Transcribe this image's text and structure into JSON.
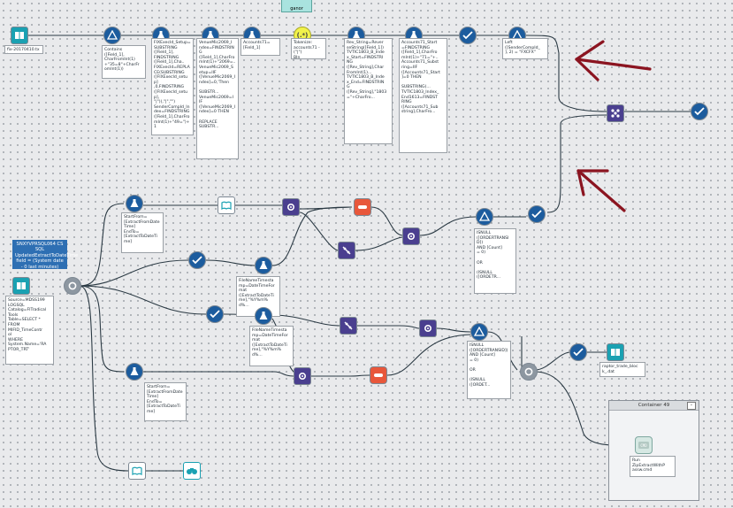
{
  "top_note": "ganor",
  "file_input_label": "fix-20170410.txt",
  "tools": {
    "formula_contains": "Contains\n([Field_1],\nCharFromInt(1)\n+\"35=8\"+CharFr\nomInt(1))",
    "formula_fixexecid": "FIXExecId_Setup=\nSUBSTRING\n([Field_1],\nFINDSTRING\n([Field_1],Cha..\nFIXExecId=REPLA\nCE(SUBSTRING\n([FIXExecId_setup]\n,0,FINDSTRING\n([FIXExecId_setup],\n\"|\")),\"|\",\"\")\nSenderCompId_In\ndex=FINDSTRING\n([Field_1],CharFro\nmInt(1)+\"49=\")+1",
    "formula_venue": "VenueMic2069_I\nndex=FINDSTRIN\nG\n([Field_1],CharFro\nmInt(1)+\"2069=..\nVenueMic2069_S\netup=IIF\n([VenueMic2069_I\nndex]=0,'Then\n\nSUBSTR...\nVenueMic2069=I\nIF\n([VenueMic2069_I\nndex]=0 THEN\n\nREPLACE\nSUBSTR...",
    "formula_accounts": "Accounts71=\n[Field_1]",
    "tokenize": "Tokenize:\naccounts71 - (\"|\")\nBIn",
    "formula_rev": "Rev_String=Rever\nseString([Field_1])\nTVTIC1803_B_Inde\nx_Start=FINDSTRI\nNG\n([Rev_String],Char\nFromInt(1)...\nTVTIC1803_B_Inde\nx_End=FINDSTRIN\nG\n([Rev_String],\"1803\n=\"+CharFro...",
    "formula_accounts_start": "Accounts71_Start\n=FINDSTRING\n([Field_1],CharFro\nmInt(1)+\"71=\"+..\nAccounts71_Subst\nring=IIF\n([Accounts71_Start\n]=0 THEN\n\nSUBSTRING(...\nTVTIC1803_Index_\nEnd1613=FINDST\nRING\n([Accounts71_Sub\nstring],CharFro...",
    "filter_left": "Left\n([SenderCompId_\n], 2) = \"FXCFX\"",
    "comment_sql": "SNXYVPRSQL064 CS SQL\nUpdatedExtractToDateTime\nfield = (System date - 0 last\nminutes)",
    "db_input": "Source=MDSS199\nLOGSQL\nCatalog=FITradical\nTools\nTable=SELECT *\nFROM\nMIFID_TimeContr\nol\nWHERE\nSystem.Name='RA\nPTOR_TRT'",
    "formula_startfrom1": "StartFrom=\n[ExtractFromDate\nTime]\nEndTo=\n[ExtractToDateTi\nme]",
    "formula_filename1": "FileNameTimesta\nmp=DateTimeFor\nmat\n([ExtractToDateTi\nme],\"%Y%m%\nd%...",
    "formula_filename2": "FileNameTimesta\nmp=DateTimeFor\nmat\n([ExtractToDateTi\nme],\"%Y%m%\nd%...",
    "formula_startfrom2": "StartFrom=\n[ExtractFromDate\nTime]\nEndTo=\n[ExtractToDateTi\nme]",
    "filter_isnull1": "ISNULL\n([ORDERTRANSID])\nAND [Count]\n= 0)\n\nOR\n\n(ISNULL\n([ORDETR...",
    "filter_isnull2": "ISNULL\n([ORDERTRANSID])\nAND [Count]\n= 0)\n\nOR\n\n(ISNULL\n([ORDET...",
    "output_file": "raptor_trade_bloc\nk_.dat",
    "run_cmd": "Run\nZipExtractWithP\nassw.cmd"
  },
  "container": {
    "title": "Container 49",
    "toggle": "-"
  },
  "annotation_color": "#8b1420",
  "colors": {
    "book": "#1aa1b2",
    "formula": "#1c5c9e",
    "join": "#4a3f8f",
    "summarize": "#e8573b"
  }
}
